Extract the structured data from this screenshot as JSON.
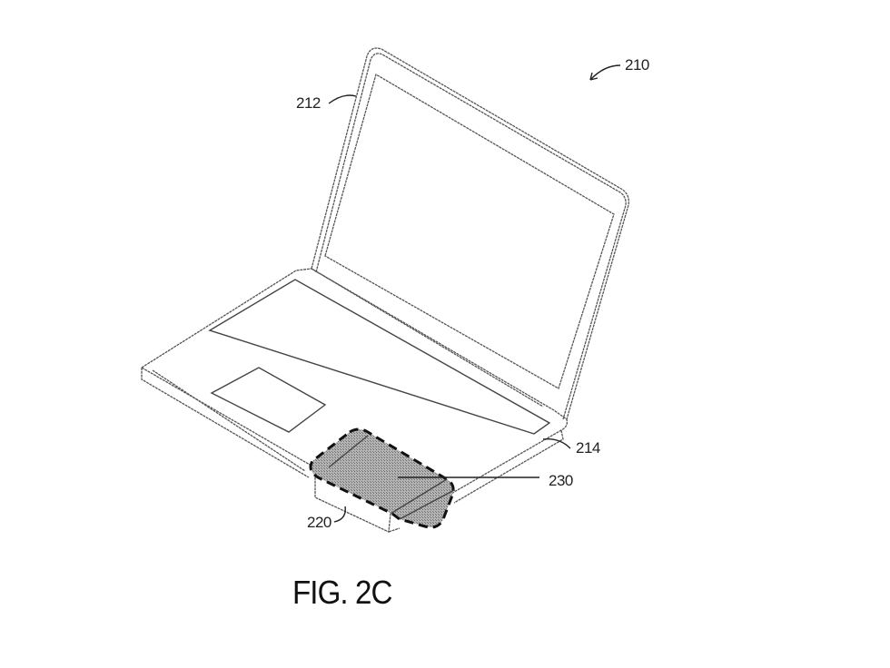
{
  "figure": {
    "caption": "FIG. 2C",
    "subject": "laptop computer with attached accessory device",
    "reference_numerals": {
      "device": "210",
      "display_housing": "212",
      "base_housing": "214",
      "accessory": "220",
      "highlighted_region": "230"
    },
    "colors": {
      "line": "#555555",
      "highlight_fill": "#9a9a9a",
      "highlight_border": "#111111",
      "background": "#ffffff"
    }
  }
}
